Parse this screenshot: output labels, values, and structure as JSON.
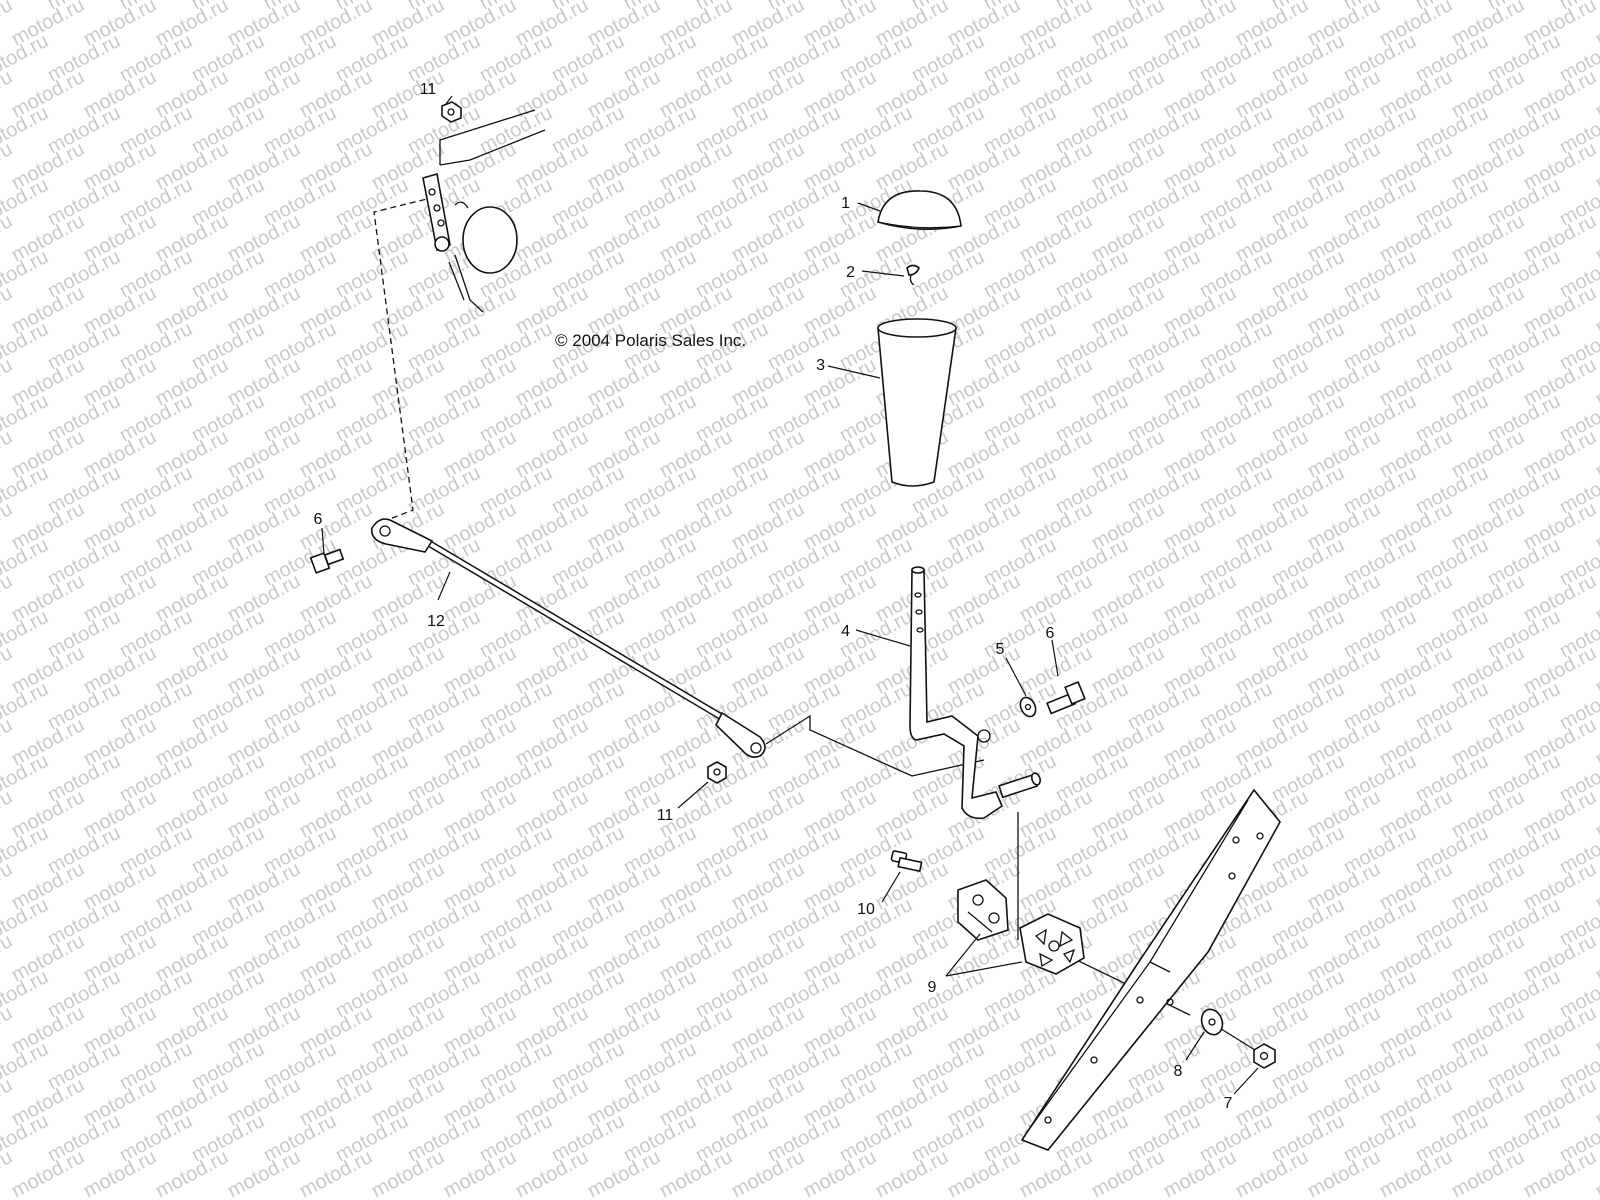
{
  "watermark": "motod.ru",
  "copyright": "© 2004 Polaris Sales Inc.",
  "callouts": [
    {
      "id": "c1",
      "label": "1"
    },
    {
      "id": "c2",
      "label": "2"
    },
    {
      "id": "c3",
      "label": "3"
    },
    {
      "id": "c4",
      "label": "4"
    },
    {
      "id": "c5",
      "label": "5"
    },
    {
      "id": "c6a",
      "label": "6"
    },
    {
      "id": "c6b",
      "label": "6"
    },
    {
      "id": "c7",
      "label": "7"
    },
    {
      "id": "c8",
      "label": "8"
    },
    {
      "id": "c9",
      "label": "9"
    },
    {
      "id": "c10",
      "label": "10"
    },
    {
      "id": "c11a",
      "label": "11"
    },
    {
      "id": "c11b",
      "label": "11"
    },
    {
      "id": "c12",
      "label": "12"
    }
  ]
}
